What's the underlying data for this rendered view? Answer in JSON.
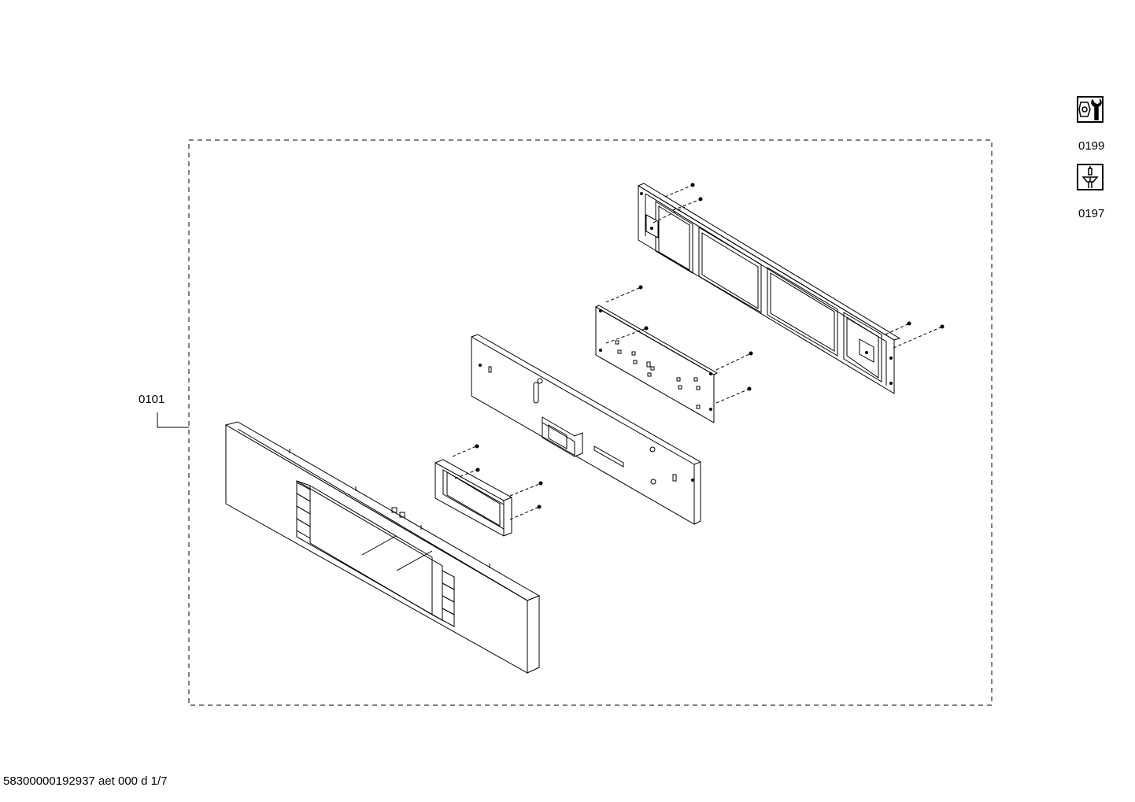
{
  "diagram": {
    "assembly_label": "0101",
    "footer": "58300000192937 aet 000 d 1/7"
  },
  "tools": [
    {
      "code": "0199",
      "icon": "wrench-nut-icon"
    },
    {
      "code": "0197",
      "icon": "screwdriver-screw-icon"
    }
  ]
}
